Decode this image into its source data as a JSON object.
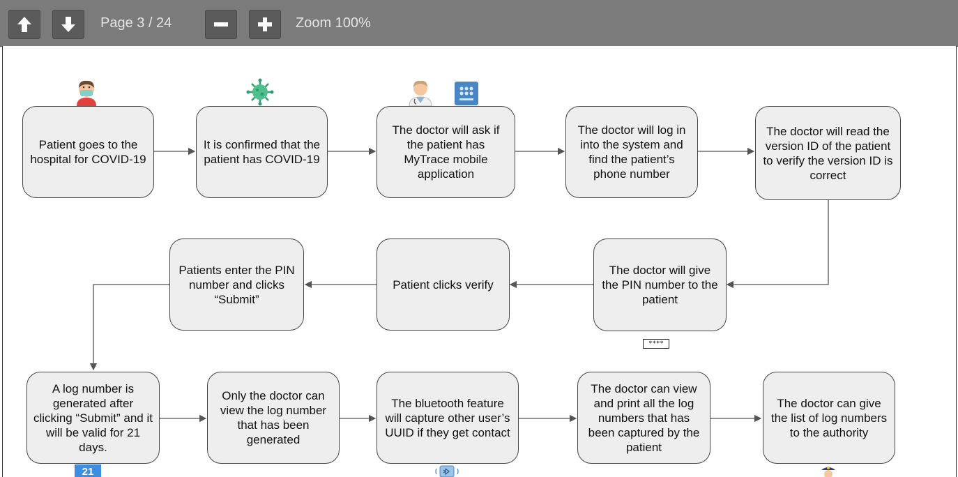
{
  "toolbar": {
    "prev_icon": "arrow-up-icon",
    "next_icon": "arrow-down-icon",
    "page_label": "Page 3 / 24",
    "zoom_out_icon": "minus-icon",
    "zoom_in_icon": "plus-icon",
    "zoom_label": "Zoom 100%"
  },
  "flow": {
    "nodes": [
      {
        "id": "n1",
        "text": "Patient goes to the hospital for COVID-19"
      },
      {
        "id": "n2",
        "text": "It is confirmed that the patient has COVID-19"
      },
      {
        "id": "n3",
        "text": "The doctor will ask if the patient has MyTrace mobile application"
      },
      {
        "id": "n4",
        "text": "The doctor will log in into the system and find the patient’s phone number"
      },
      {
        "id": "n5",
        "text": "The doctor will read the version ID of the patient to verify the version ID is correct"
      },
      {
        "id": "n6",
        "text": "The doctor will give the PIN number to the patient"
      },
      {
        "id": "n7",
        "text": "Patient clicks verify"
      },
      {
        "id": "n8",
        "text": "Patients enter the PIN number and clicks “Submit”"
      },
      {
        "id": "n9",
        "text": "A log number is generated after clicking “Submit” and it will be valid for 21 days."
      },
      {
        "id": "n10",
        "text": "Only the doctor can view the log number that has been generated"
      },
      {
        "id": "n11",
        "text": "The bluetooth feature will capture other user’s UUID if they get contact"
      },
      {
        "id": "n12",
        "text": "The doctor can view and print all the log numbers that has been captured by the patient"
      },
      {
        "id": "n13",
        "text": "The doctor can give the list of log numbers  to the authority"
      }
    ],
    "pin_display": "****",
    "calendar_day": "21",
    "icons": [
      "patient-mask-icon",
      "virus-icon",
      "doctor-icon",
      "mobile-app-icon",
      "pin-icon",
      "calendar-icon",
      "phone-bluetooth-icon",
      "police-officer-icon"
    ],
    "colors": {
      "node_fill": "#eeeeee",
      "node_border": "#444444",
      "arrow": "#555555",
      "toolbar": "#7b7b7b",
      "button": "#5b5b5b"
    }
  }
}
